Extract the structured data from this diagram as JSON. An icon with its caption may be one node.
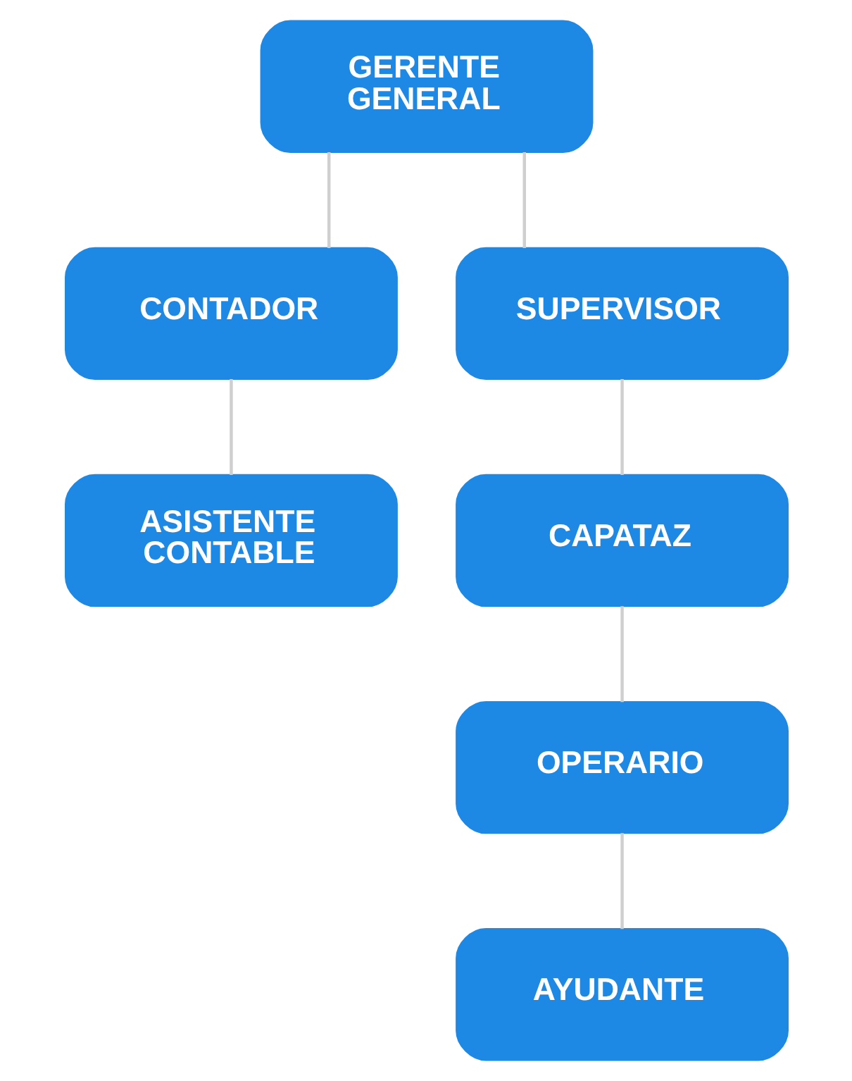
{
  "diagram": {
    "nodes": [
      {
        "text": [
          "GERENTE GENERAL"
        ]
      },
      {
        "text": [
          "CONTADOR"
        ]
      },
      {
        "text": [
          "SUPERVISOR"
        ]
      },
      {
        "text": [
          "ASISTENTE CONTABLE"
        ]
      },
      {
        "text": [
          "CAPATAZ"
        ]
      },
      {
        "text": [
          "OPERARIO"
        ]
      },
      {
        "text": [
          "AYUDANTE"
        ]
      }
    ],
    "edges": [
      {
        "from": 0,
        "to": 1,
        "arrow": "none"
      },
      {
        "from": 0,
        "to": 2,
        "arrow": "none"
      },
      {
        "from": 1,
        "to": 3,
        "arrow": "none"
      },
      {
        "from": 2,
        "to": 4,
        "arrow": "none"
      },
      {
        "from": 4,
        "to": 5,
        "arrow": "none"
      },
      {
        "from": 5,
        "to": 6,
        "arrow": "none"
      }
    ]
  }
}
